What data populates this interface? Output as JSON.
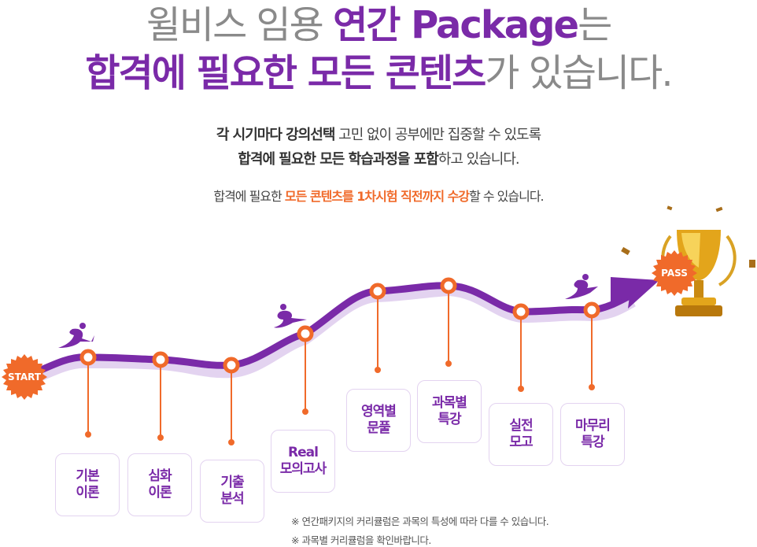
{
  "headline": {
    "line1": {
      "prefix": "윌비스 임용 ",
      "highlight": "연간 Package",
      "suffix": "는"
    },
    "line2": {
      "highlight": "합격에 필요한 모든 콘텐츠",
      "suffix": "가 있습니다."
    }
  },
  "intro": {
    "line1": {
      "bold": "각 시기마다 강의선택",
      "rest": " 고민 없이 공부에만 집중할 수 있도록"
    },
    "line2": {
      "bold": "합격에 필요한 모든 학습과정을 포함",
      "rest": "하고 있습니다."
    },
    "line3": {
      "prefix": "합격에 필요한 ",
      "highlight": "모든 콘텐츠를 1차시험 직전까지 수강",
      "suffix": "할 수 있습니다."
    }
  },
  "roadmap": {
    "start_label": "START",
    "pass_label": "PASS",
    "steps": [
      {
        "line1": "기본",
        "line2": "이론"
      },
      {
        "line1": "심화",
        "line2": "이론"
      },
      {
        "line1": "기출",
        "line2": "분석"
      },
      {
        "line1": "Real",
        "line2": "모의고사"
      },
      {
        "line1": "영역별",
        "line2": "문풀"
      },
      {
        "line1": "과목별",
        "line2": "특강"
      },
      {
        "line1": "실전",
        "line2": "모고"
      },
      {
        "line1": "마무리",
        "line2": "특강"
      }
    ]
  },
  "notes": [
    "※ 연간패키지의 커리큘럼은 과목의 특성에 따라 다를 수 있습니다.",
    "※ 과목별 커리큘럼을 확인바랍니다."
  ],
  "colors": {
    "purple": "#7a2aa8",
    "orange": "#f06a2a",
    "gray": "#8a8a8a",
    "lavender": "#e3d3f0"
  }
}
